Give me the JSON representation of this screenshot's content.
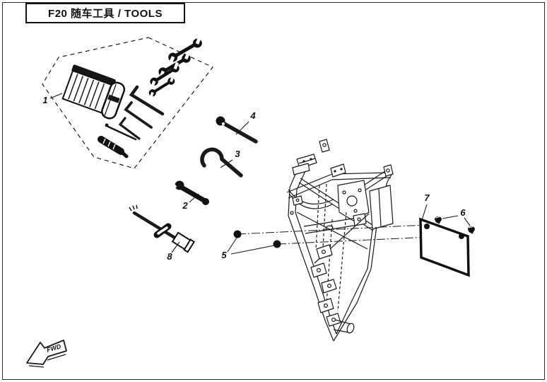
{
  "header": {
    "title": "F20 随车工具 / TOOLS"
  },
  "callouts": {
    "toolkit": "1",
    "small_wrench": "2",
    "hook_spanner": "3",
    "spark_plug_wrench": "4",
    "rivets": "5",
    "screws": "6",
    "plate": "7",
    "socket_bar_tool": "8"
  },
  "direction_indicator": {
    "label": "FWD"
  },
  "colors": {
    "line": "#1a1a1a",
    "background": "#ffffff"
  }
}
